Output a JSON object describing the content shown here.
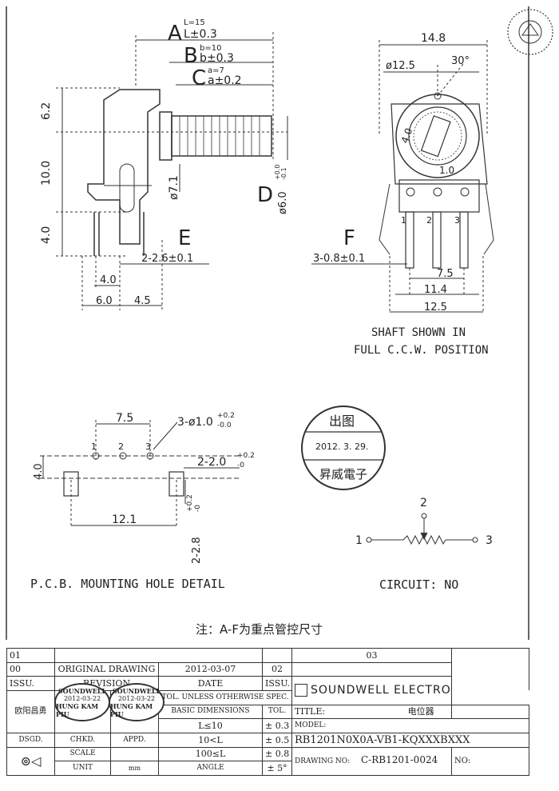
{
  "side_view": {
    "dim_a_letter": "A",
    "dim_a_eq": "L=15",
    "dim_a_tol": "L±0.3",
    "dim_b_letter": "B",
    "dim_b_eq": "b=10",
    "dim_b_tol": "b±0.3",
    "dim_c_letter": "C",
    "dim_c_eq": "a=7",
    "dim_c_tol": "a±0.2",
    "dim_6_2": "6.2",
    "dim_10_0": "10.0",
    "dim_4_0_left": "4.0",
    "dim_phi7_1": "ø7.1",
    "dim_d_letter": "D",
    "dim_phi6": "ø6.0",
    "dim_phi6_tol_top": "+0.0",
    "dim_phi6_tol_bot": "-0.1",
    "dim_e_letter": "E",
    "dim_2_2_6": "2-2.6±0.1",
    "dim_4_0_bottom": "4.0",
    "dim_6_0": "6.0",
    "dim_4_5": "4.5"
  },
  "front_view": {
    "dim_14_8": "14.8",
    "dim_phi12_5": "ø12.5",
    "dim_30deg": "30°",
    "dim_4_0": "4.0",
    "dim_1_0": "1.0",
    "pins": [
      "1",
      "2",
      "3"
    ],
    "dim_f_letter": "F",
    "dim_3_0_8": "3-0.8±0.1",
    "dim_7_5": "7.5",
    "dim_11_4": "11.4",
    "dim_12_5": "12.5",
    "note_line1": "SHAFT SHOWN IN",
    "note_line2": "FULL C.C.W. POSITION"
  },
  "pcb": {
    "dim_7_5": "7.5",
    "dim_3_phi1": "3-ø1.0",
    "dim_3_phi1_tol_top": "+0.2",
    "dim_3_phi1_tol_bot": "-0.0",
    "pins": [
      "1",
      "2",
      "3"
    ],
    "dim_2_2_0": "2-2.0",
    "dim_2_2_0_tol_top": "+0.2",
    "dim_2_2_0_tol_bot": "-0",
    "dim_4_0": "4.0",
    "dim_12_1": "12.1",
    "dim_2_2_8": "2-2.8",
    "dim_2_2_8_tol_top": "+0.2",
    "dim_2_2_8_tol_bot": "-0",
    "title": "P.C.B. MOUNTING HOLE DETAIL"
  },
  "circuit": {
    "pin1": "1",
    "pin2": "2",
    "pin3": "3",
    "label": "CIRCUIT: NO"
  },
  "stamp": {
    "top": "出图",
    "date": "2012. 3. 29.",
    "bottom": "昇威電子"
  },
  "note": "注：A-F为重点管控尺寸",
  "title_block": {
    "rev_01": "01",
    "rev_00": "00",
    "original_drawing": "ORIGINAL DRAWING",
    "orig_date": "2012-03-07",
    "issu": "ISSU.",
    "revision": "REVISION",
    "date_label": "DATE",
    "issu_right": "ISSU.",
    "num_03": "03",
    "num_02": "02",
    "designer": "欧阳昌勇",
    "stamp_brand": "SOUNDWELL",
    "stamp_date": "2012-03-22",
    "stamp_name": "HUNG KAM PIU",
    "tol_header": "TOL. UNLESS OTHERWISE SPEC.",
    "basic_dims": "BASIC DIMENSIONS",
    "tol": "TOL.",
    "row1_dim": "L≤10",
    "row1_tol": "± 0.3",
    "row2_dim": "10<L",
    "row2_tol": "± 0.5",
    "row3_dim": "100≤L",
    "row3_tol": "± 0.8",
    "row4_dim": "ANGLE",
    "row4_tol": "± 5°",
    "dsgd": "DSGD.",
    "chkd": "CHKD.",
    "appd": "APPD.",
    "scale": "SCALE",
    "unit": "UNIT",
    "unit_value": "mm",
    "company": "SOUNDWELL ELECTRONIC",
    "title_label": "TITLE:",
    "title_value": "电位器",
    "model_label": "MODEL:",
    "model_value": "RB1201N0X0A-VB1-KQXXXBXXX",
    "drawing_no_label": "DRAWING NO:",
    "drawing_no_value": "C-RB1201-0024",
    "no_label": "NO:"
  }
}
